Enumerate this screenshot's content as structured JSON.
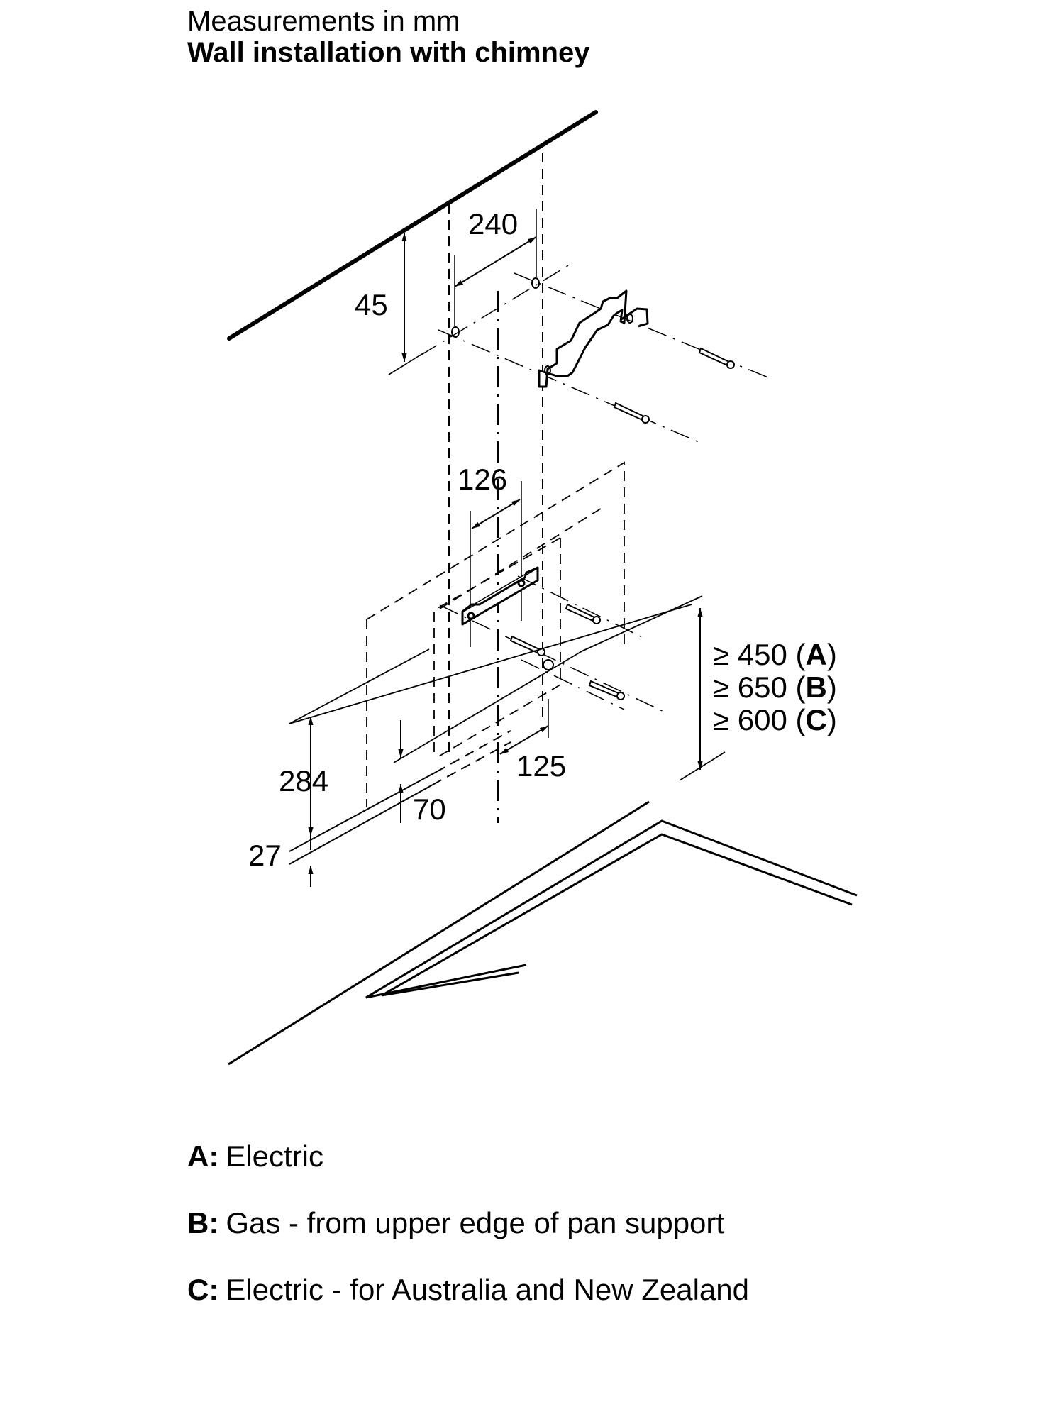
{
  "header": {
    "subtitle": "Measurements in mm",
    "title": "Wall installation with chimney"
  },
  "dimensions": {
    "ceiling_to_holes": "45",
    "upper_hole_spacing": "240",
    "lower_bracket_spacing": "126",
    "center_offset": "125",
    "hood_height": "284",
    "lower_offset": "70",
    "hood_thickness": "27",
    "clearance": [
      {
        "prefix": "≥ ",
        "value": "450",
        "open": " (",
        "key": "A",
        "close": ")"
      },
      {
        "prefix": "≥ ",
        "value": "650",
        "open": " (",
        "key": "B",
        "close": ")"
      },
      {
        "prefix": "≥ ",
        "value": "600",
        "open": " (",
        "key": "C",
        "close": ")"
      }
    ]
  },
  "legend": [
    {
      "key": "A:",
      "text": "Electric"
    },
    {
      "key": "B:",
      "text": "Gas - from upper edge of pan support"
    },
    {
      "key": "C:",
      "text": "Electric - for Australia and New Zealand"
    }
  ],
  "colors": {
    "line": "#000000",
    "background": "#ffffff"
  }
}
